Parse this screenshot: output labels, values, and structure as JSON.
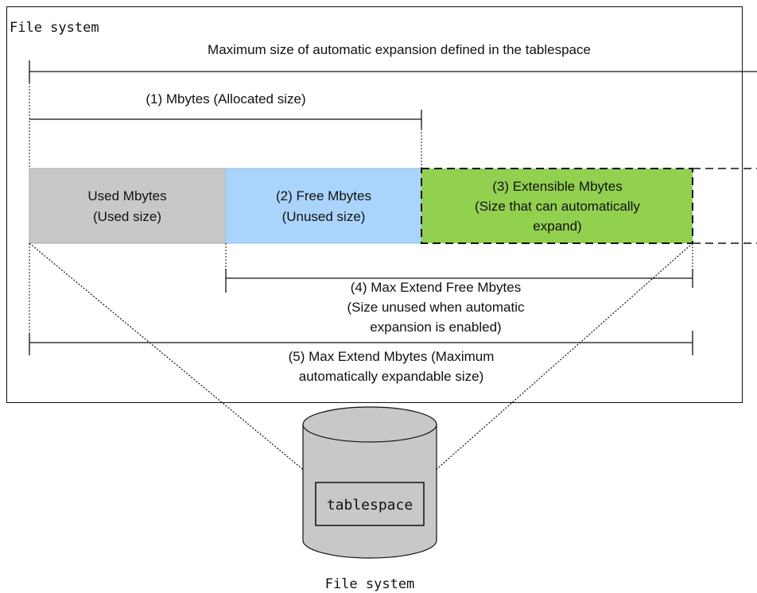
{
  "frame": {
    "label": "File system"
  },
  "max_auto_expansion": {
    "label": "Maximum size of automatic expansion defined in the tablespace"
  },
  "allocated": {
    "label": "(1) Mbytes (Allocated size)"
  },
  "used": {
    "line1": "Used Mbytes",
    "line2": "(Used size)"
  },
  "free": {
    "line1": "(2) Free Mbytes",
    "line2": "(Unused size)"
  },
  "extensible": {
    "line1": "(3) Extensible Mbytes",
    "line2": "(Size that can automatically",
    "line3": "expand)"
  },
  "max_extend_free": {
    "line1": "(4) Max Extend Free Mbytes",
    "line2": "(Size unused when automatic",
    "line3": "expansion is enabled)"
  },
  "max_extend": {
    "line1": "(5) Max Extend Mbytes (Maximum",
    "line2": "automatically expandable size)"
  },
  "cylinder": {
    "inner_label": "tablespace",
    "caption": "File system"
  },
  "colors": {
    "used_fill": "#c8c8c8",
    "free_fill": "#aad4fb",
    "extensible_fill": "#92d050",
    "cylinder_fill": "#c8c8c8",
    "line": "#111111"
  }
}
